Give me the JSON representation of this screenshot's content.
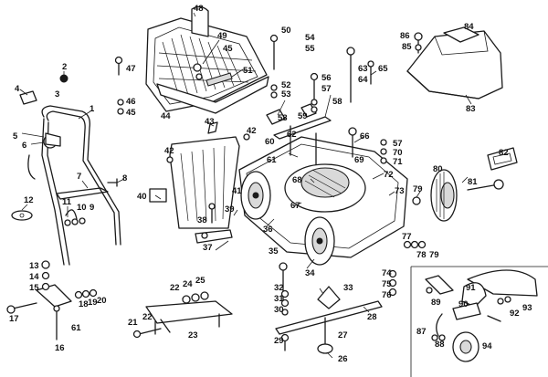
{
  "callouts": [
    {
      "id": "c1",
      "text": "1"
    },
    {
      "id": "c2",
      "text": "2"
    },
    {
      "id": "c4",
      "text": "4"
    },
    {
      "id": "c3",
      "text": "3"
    },
    {
      "id": "c5",
      "text": "5"
    },
    {
      "id": "c6",
      "text": "6"
    },
    {
      "id": "c7",
      "text": "7"
    },
    {
      "id": "c8",
      "text": "8"
    },
    {
      "id": "c11",
      "text": "11"
    },
    {
      "id": "c10",
      "text": "10"
    },
    {
      "id": "c9",
      "text": "9"
    },
    {
      "id": "c12",
      "text": "12"
    },
    {
      "id": "c13",
      "text": "13"
    },
    {
      "id": "c14",
      "text": "14"
    },
    {
      "id": "c15",
      "text": "15"
    },
    {
      "id": "c17",
      "text": "17"
    },
    {
      "id": "c18",
      "text": "18"
    },
    {
      "id": "c19",
      "text": "19"
    },
    {
      "id": "c20",
      "text": "20"
    },
    {
      "id": "c61a",
      "text": "61"
    },
    {
      "id": "c16",
      "text": "16"
    },
    {
      "id": "c21",
      "text": "21"
    },
    {
      "id": "c22a",
      "text": "22"
    },
    {
      "id": "c22b",
      "text": "22"
    },
    {
      "id": "c23",
      "text": "23"
    },
    {
      "id": "c24",
      "text": "24"
    },
    {
      "id": "c25",
      "text": "25"
    },
    {
      "id": "c47",
      "text": "47"
    },
    {
      "id": "c46",
      "text": "46"
    },
    {
      "id": "c45a",
      "text": "45"
    },
    {
      "id": "c44",
      "text": "44"
    },
    {
      "id": "c48",
      "text": "48"
    },
    {
      "id": "c49",
      "text": "49"
    },
    {
      "id": "c45b",
      "text": "45"
    },
    {
      "id": "c51",
      "text": "51"
    },
    {
      "id": "c43",
      "text": "43"
    },
    {
      "id": "c42a",
      "text": "42"
    },
    {
      "id": "c42b",
      "text": "42"
    },
    {
      "id": "c40",
      "text": "40"
    },
    {
      "id": "c41",
      "text": "41"
    },
    {
      "id": "c39",
      "text": "39"
    },
    {
      "id": "c38",
      "text": "38"
    },
    {
      "id": "c37",
      "text": "37"
    },
    {
      "id": "c36",
      "text": "36"
    },
    {
      "id": "c35",
      "text": "35"
    },
    {
      "id": "c34",
      "text": "34"
    },
    {
      "id": "c50",
      "text": "50"
    },
    {
      "id": "c54",
      "text": "54"
    },
    {
      "id": "c55",
      "text": "55"
    },
    {
      "id": "c52",
      "text": "52"
    },
    {
      "id": "c53",
      "text": "53"
    },
    {
      "id": "c56",
      "text": "56"
    },
    {
      "id": "c57a",
      "text": "57"
    },
    {
      "id": "c58a",
      "text": "58"
    },
    {
      "id": "c58b",
      "text": "58"
    },
    {
      "id": "c59",
      "text": "59"
    },
    {
      "id": "c60",
      "text": "60"
    },
    {
      "id": "c62",
      "text": "62"
    },
    {
      "id": "c61b",
      "text": "61"
    },
    {
      "id": "c68",
      "text": "68"
    },
    {
      "id": "c67",
      "text": "67"
    },
    {
      "id": "c63",
      "text": "63"
    },
    {
      "id": "c64",
      "text": "64"
    },
    {
      "id": "c65",
      "text": "65"
    },
    {
      "id": "c66",
      "text": "66"
    },
    {
      "id": "c57b",
      "text": "57"
    },
    {
      "id": "c70",
      "text": "70"
    },
    {
      "id": "c71",
      "text": "71"
    },
    {
      "id": "c69",
      "text": "69"
    },
    {
      "id": "c72",
      "text": "72"
    },
    {
      "id": "c73",
      "text": "73"
    },
    {
      "id": "c86",
      "text": "86"
    },
    {
      "id": "c85",
      "text": "85"
    },
    {
      "id": "c84",
      "text": "84"
    },
    {
      "id": "c83",
      "text": "83"
    },
    {
      "id": "c82",
      "text": "82"
    },
    {
      "id": "c80",
      "text": "80"
    },
    {
      "id": "c81",
      "text": "81"
    },
    {
      "id": "c79a",
      "text": "79"
    },
    {
      "id": "c77",
      "text": "77"
    },
    {
      "id": "c78",
      "text": "78"
    },
    {
      "id": "c79b",
      "text": "79"
    },
    {
      "id": "c74",
      "text": "74"
    },
    {
      "id": "c75",
      "text": "75"
    },
    {
      "id": "c76",
      "text": "76"
    },
    {
      "id": "c32",
      "text": "32"
    },
    {
      "id": "c31",
      "text": "31"
    },
    {
      "id": "c30",
      "text": "30"
    },
    {
      "id": "c33",
      "text": "33"
    },
    {
      "id": "c28",
      "text": "28"
    },
    {
      "id": "c29",
      "text": "29"
    },
    {
      "id": "c27",
      "text": "27"
    },
    {
      "id": "c26",
      "text": "26"
    },
    {
      "id": "c89",
      "text": "89"
    },
    {
      "id": "c91",
      "text": "91"
    },
    {
      "id": "c90",
      "text": "90"
    },
    {
      "id": "c87",
      "text": "87"
    },
    {
      "id": "c88",
      "text": "88"
    },
    {
      "id": "c92",
      "text": "92"
    },
    {
      "id": "c93",
      "text": "93"
    },
    {
      "id": "c94",
      "text": "94"
    }
  ]
}
